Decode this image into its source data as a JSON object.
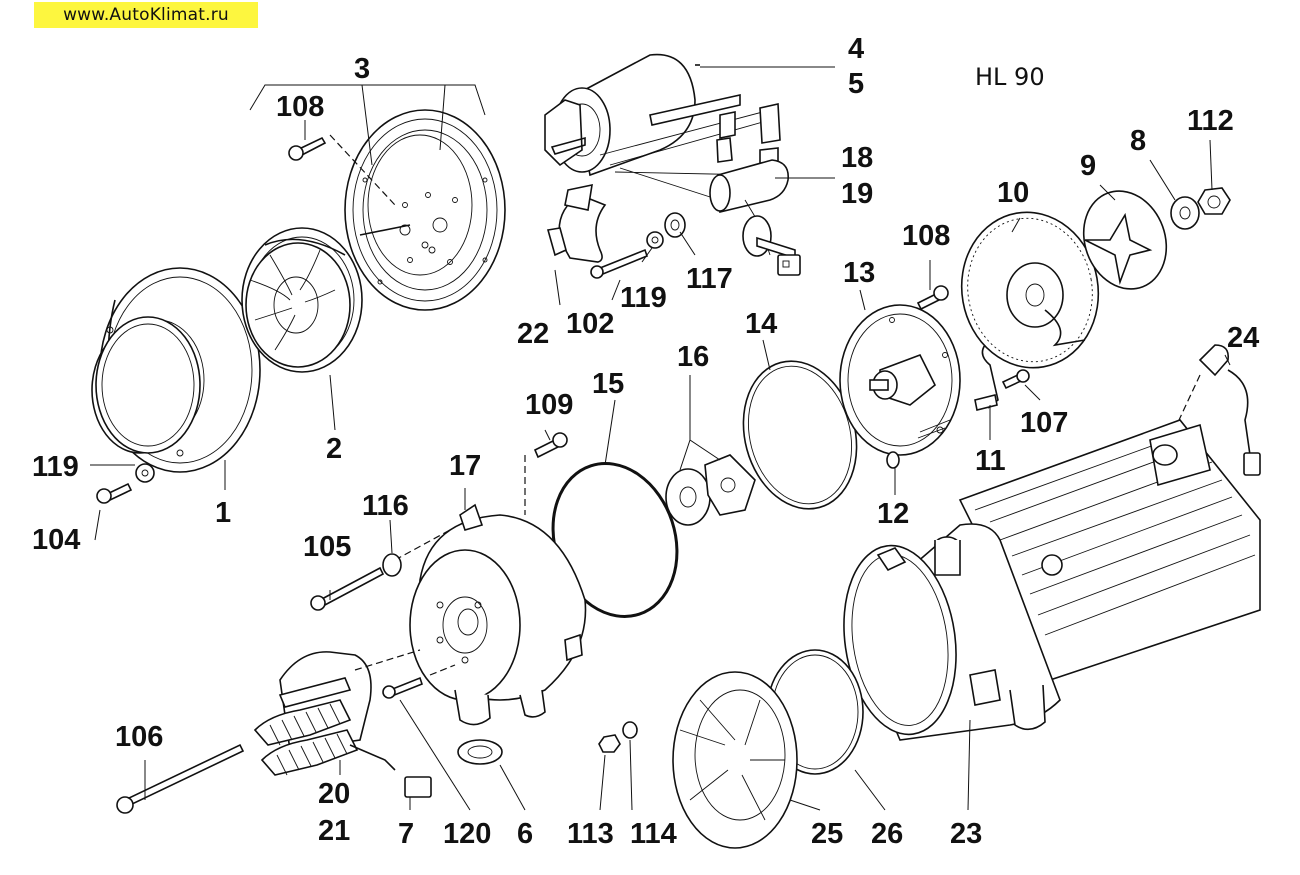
{
  "header": {
    "site_url": "www.AutoKlimat.ru",
    "model": "HL 90"
  },
  "diagram": {
    "labels": [
      {
        "id": "l1",
        "text": "1"
      },
      {
        "id": "l2",
        "text": "2"
      },
      {
        "id": "l3",
        "text": "3"
      },
      {
        "id": "l4",
        "text": "4"
      },
      {
        "id": "l5",
        "text": "5"
      },
      {
        "id": "l6",
        "text": "6"
      },
      {
        "id": "l7",
        "text": "7"
      },
      {
        "id": "l8",
        "text": "8"
      },
      {
        "id": "l9",
        "text": "9"
      },
      {
        "id": "l10",
        "text": "10"
      },
      {
        "id": "l11",
        "text": "11"
      },
      {
        "id": "l12",
        "text": "12"
      },
      {
        "id": "l13",
        "text": "13"
      },
      {
        "id": "l14",
        "text": "14"
      },
      {
        "id": "l15",
        "text": "15"
      },
      {
        "id": "l16",
        "text": "16"
      },
      {
        "id": "l17",
        "text": "17"
      },
      {
        "id": "l18",
        "text": "18"
      },
      {
        "id": "l19",
        "text": "19"
      },
      {
        "id": "l20",
        "text": "20"
      },
      {
        "id": "l21",
        "text": "21"
      },
      {
        "id": "l22",
        "text": "22"
      },
      {
        "id": "l23",
        "text": "23"
      },
      {
        "id": "l24",
        "text": "24"
      },
      {
        "id": "l25",
        "text": "25"
      },
      {
        "id": "l26",
        "text": "26"
      },
      {
        "id": "l102",
        "text": "102"
      },
      {
        "id": "l104",
        "text": "104"
      },
      {
        "id": "l105",
        "text": "105"
      },
      {
        "id": "l106",
        "text": "106"
      },
      {
        "id": "l107",
        "text": "107"
      },
      {
        "id": "l108a",
        "text": "108"
      },
      {
        "id": "l108b",
        "text": "108"
      },
      {
        "id": "l109",
        "text": "109"
      },
      {
        "id": "l112",
        "text": "112"
      },
      {
        "id": "l113",
        "text": "113"
      },
      {
        "id": "l114",
        "text": "114"
      },
      {
        "id": "l116",
        "text": "116"
      },
      {
        "id": "l117",
        "text": "117"
      },
      {
        "id": "l119a",
        "text": "119"
      },
      {
        "id": "l119b",
        "text": "119"
      },
      {
        "id": "l120",
        "text": "120"
      }
    ]
  }
}
